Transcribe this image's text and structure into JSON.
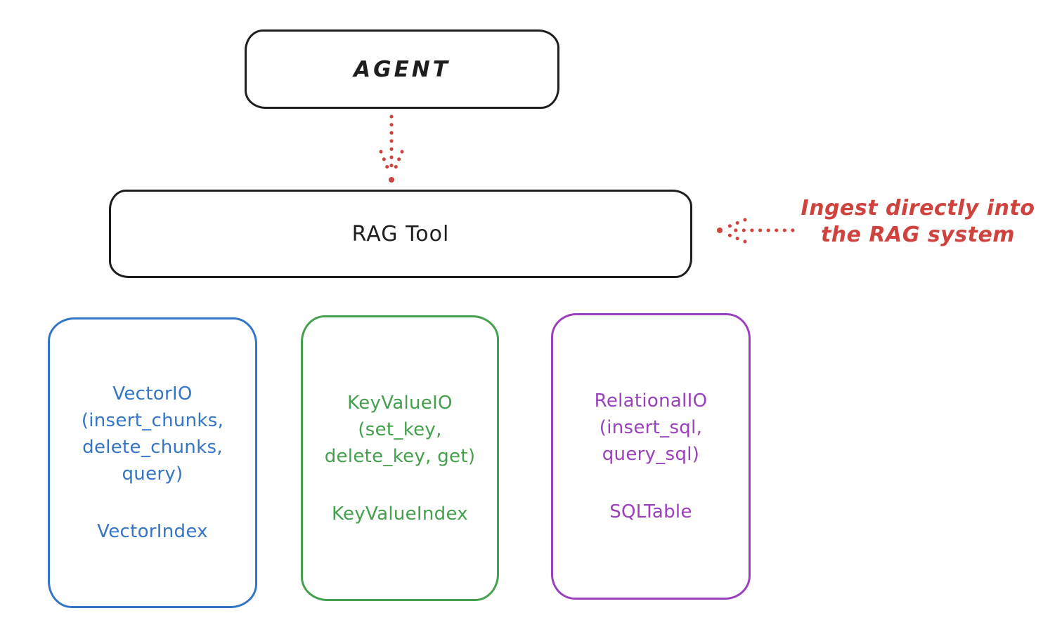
{
  "colors": {
    "ink": "#1e1e1e",
    "red": "#d0423e",
    "blue": "#3575c6",
    "green": "#44a04c",
    "purple": "#9b40bd",
    "background": "#ffffff"
  },
  "agent": {
    "label": "AGENT"
  },
  "rag_tool": {
    "label": "RAG Tool"
  },
  "annotation": {
    "line1": "Ingest directly into",
    "line2": "the RAG system"
  },
  "arrows": [
    {
      "name": "agent-to-rag",
      "style": "dotted",
      "direction": "down",
      "color": "#d0423e"
    },
    {
      "name": "annotation-to-rag",
      "style": "dotted",
      "direction": "left",
      "color": "#d0423e"
    }
  ],
  "columns": [
    {
      "id": "vector",
      "color": "#3575c6",
      "lines": [
        "VectorIO",
        "(insert_chunks,",
        "delete_chunks,",
        "query)"
      ],
      "index_label": "VectorIndex"
    },
    {
      "id": "keyvalue",
      "color": "#44a04c",
      "lines": [
        "KeyValueIO",
        "(set_key,",
        "delete_key, get)"
      ],
      "index_label": "KeyValueIndex"
    },
    {
      "id": "relational",
      "color": "#9b40bd",
      "lines": [
        "RelationalIO",
        "(insert_sql,",
        "query_sql)"
      ],
      "index_label": "SQLTable"
    }
  ]
}
